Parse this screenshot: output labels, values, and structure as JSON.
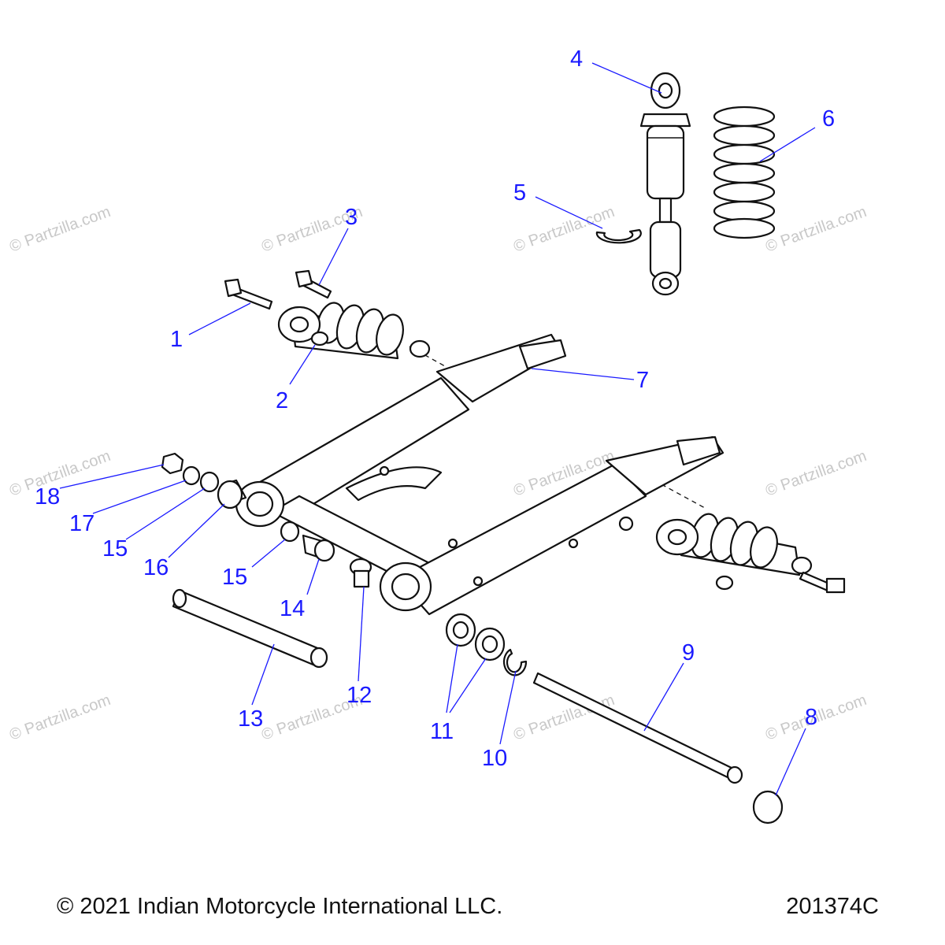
{
  "diagram": {
    "watermark_text": "© Partzilla.com",
    "callouts": [
      {
        "id": "c1",
        "label": "1"
      },
      {
        "id": "c2",
        "label": "2"
      },
      {
        "id": "c3",
        "label": "3"
      },
      {
        "id": "c4",
        "label": "4"
      },
      {
        "id": "c5",
        "label": "5"
      },
      {
        "id": "c6",
        "label": "6"
      },
      {
        "id": "c7",
        "label": "7"
      },
      {
        "id": "c8",
        "label": "8"
      },
      {
        "id": "c9",
        "label": "9"
      },
      {
        "id": "c10",
        "label": "10"
      },
      {
        "id": "c11",
        "label": "11"
      },
      {
        "id": "c12",
        "label": "12"
      },
      {
        "id": "c13",
        "label": "13"
      },
      {
        "id": "c14",
        "label": "14"
      },
      {
        "id": "c15a",
        "label": "15"
      },
      {
        "id": "c15b",
        "label": "15"
      },
      {
        "id": "c16",
        "label": "16"
      },
      {
        "id": "c17",
        "label": "17"
      },
      {
        "id": "c18",
        "label": "18"
      }
    ],
    "colors": {
      "callout": "#1a1aff",
      "line": "#111111",
      "watermark": "#c8c8c8"
    }
  },
  "footer": {
    "copyright": "© 2021 Indian Motorcycle International LLC.",
    "figure_id": "201374C"
  }
}
